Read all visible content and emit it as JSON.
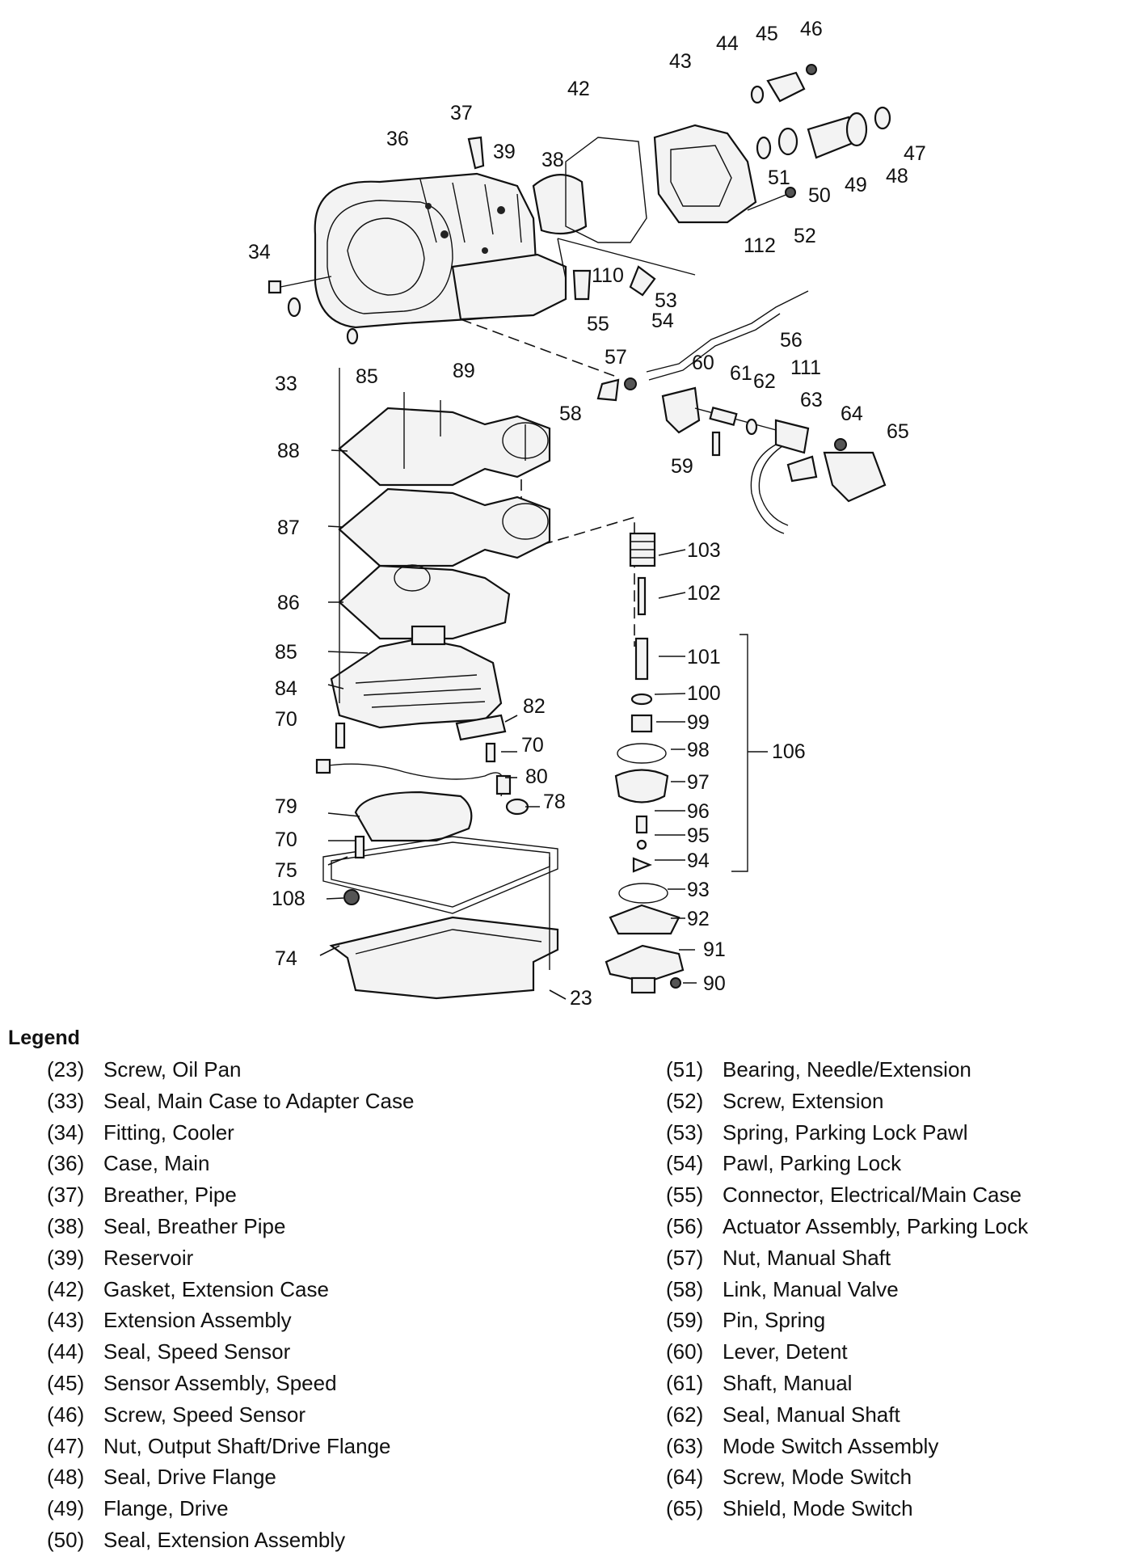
{
  "diagram": {
    "callouts": [
      "23",
      "33",
      "34",
      "36",
      "37",
      "38",
      "39",
      "42",
      "43",
      "44",
      "45",
      "46",
      "47",
      "48",
      "49",
      "50",
      "51",
      "52",
      "53",
      "54",
      "55",
      "56",
      "57",
      "58",
      "59",
      "60",
      "61",
      "62",
      "63",
      "64",
      "65",
      "70",
      "70",
      "70",
      "74",
      "75",
      "78",
      "79",
      "80",
      "82",
      "84",
      "85",
      "85",
      "86",
      "87",
      "88",
      "89",
      "90",
      "91",
      "92",
      "93",
      "94",
      "95",
      "96",
      "97",
      "98",
      "99",
      "100",
      "101",
      "102",
      "103",
      "106",
      "108",
      "110",
      "111",
      "112"
    ]
  },
  "legend": {
    "title": "Legend",
    "left": [
      {
        "num": "(23)",
        "text": "Screw, Oil Pan"
      },
      {
        "num": "(33)",
        "text": "Seal, Main Case to Adapter Case"
      },
      {
        "num": "(34)",
        "text": "Fitting, Cooler"
      },
      {
        "num": "(36)",
        "text": "Case, Main"
      },
      {
        "num": "(37)",
        "text": "Breather, Pipe"
      },
      {
        "num": "(38)",
        "text": "Seal, Breather Pipe"
      },
      {
        "num": "(39)",
        "text": "Reservoir"
      },
      {
        "num": "(42)",
        "text": "Gasket, Extension Case"
      },
      {
        "num": "(43)",
        "text": "Extension Assembly"
      },
      {
        "num": "(44)",
        "text": "Seal, Speed Sensor"
      },
      {
        "num": "(45)",
        "text": "Sensor Assembly, Speed"
      },
      {
        "num": "(46)",
        "text": "Screw, Speed Sensor"
      },
      {
        "num": "(47)",
        "text": "Nut, Output Shaft/Drive Flange"
      },
      {
        "num": "(48)",
        "text": "Seal, Drive Flange"
      },
      {
        "num": "(49)",
        "text": "Flange, Drive"
      },
      {
        "num": "(50)",
        "text": "Seal, Extension Assembly"
      }
    ],
    "right": [
      {
        "num": "(51)",
        "text": "Bearing, Needle/Extension"
      },
      {
        "num": "(52)",
        "text": "Screw, Extension"
      },
      {
        "num": "(53)",
        "text": "Spring, Parking Lock Pawl"
      },
      {
        "num": "(54)",
        "text": "Pawl, Parking Lock"
      },
      {
        "num": "(55)",
        "text": "Connector, Electrical/Main Case"
      },
      {
        "num": "(56)",
        "text": "Actuator Assembly, Parking Lock"
      },
      {
        "num": "(57)",
        "text": "Nut, Manual Shaft"
      },
      {
        "num": "(58)",
        "text": "Link, Manual Valve"
      },
      {
        "num": "(59)",
        "text": "Pin, Spring"
      },
      {
        "num": "(60)",
        "text": "Lever, Detent"
      },
      {
        "num": "(61)",
        "text": "Shaft, Manual"
      },
      {
        "num": "(62)",
        "text": "Seal, Manual Shaft"
      },
      {
        "num": "(63)",
        "text": "Mode Switch Assembly"
      },
      {
        "num": "(64)",
        "text": "Screw, Mode Switch"
      },
      {
        "num": "(65)",
        "text": "Shield, Mode Switch"
      }
    ]
  }
}
